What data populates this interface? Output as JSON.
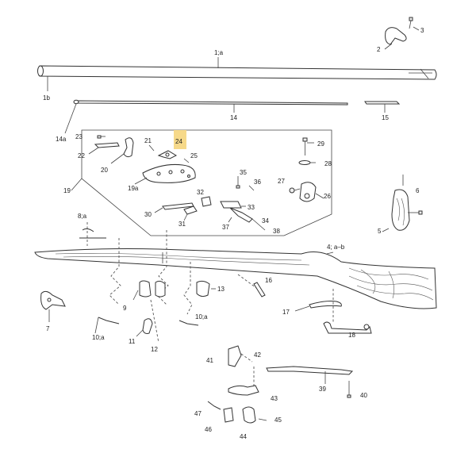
{
  "highlight_color": "#f6d98a",
  "highlighted_label": "24",
  "labels": {
    "p1a": "1;a",
    "p1b": "1b",
    "p2": "2",
    "p3": "3",
    "p4ab": "4; a–b",
    "p5": "5",
    "p6": "6",
    "p7": "7",
    "p8a": "8;a",
    "p9": "9",
    "p10a": "10;a",
    "p10a2": "10;a",
    "p11": "11",
    "p12": "12",
    "p13": "13",
    "p14": "14",
    "p14a": "14a",
    "p15": "15",
    "p16": "16",
    "p17": "17",
    "p18": "18",
    "p19": "19",
    "p19a": "19a",
    "p20": "20",
    "p21": "21",
    "p22": "22",
    "p23": "23",
    "p24": "24",
    "p25": "25",
    "p26": "26",
    "p27": "27",
    "p28": "28",
    "p29": "29",
    "p30": "30",
    "p31": "31",
    "p32": "32",
    "p33": "33",
    "p34": "34",
    "p35": "35",
    "p36": "36",
    "p37": "37",
    "p38": "38",
    "p39": "39",
    "p40": "40",
    "p41": "41",
    "p42": "42",
    "p43": "43",
    "p44": "44",
    "p45": "45",
    "p46": "46",
    "p47": "47"
  }
}
